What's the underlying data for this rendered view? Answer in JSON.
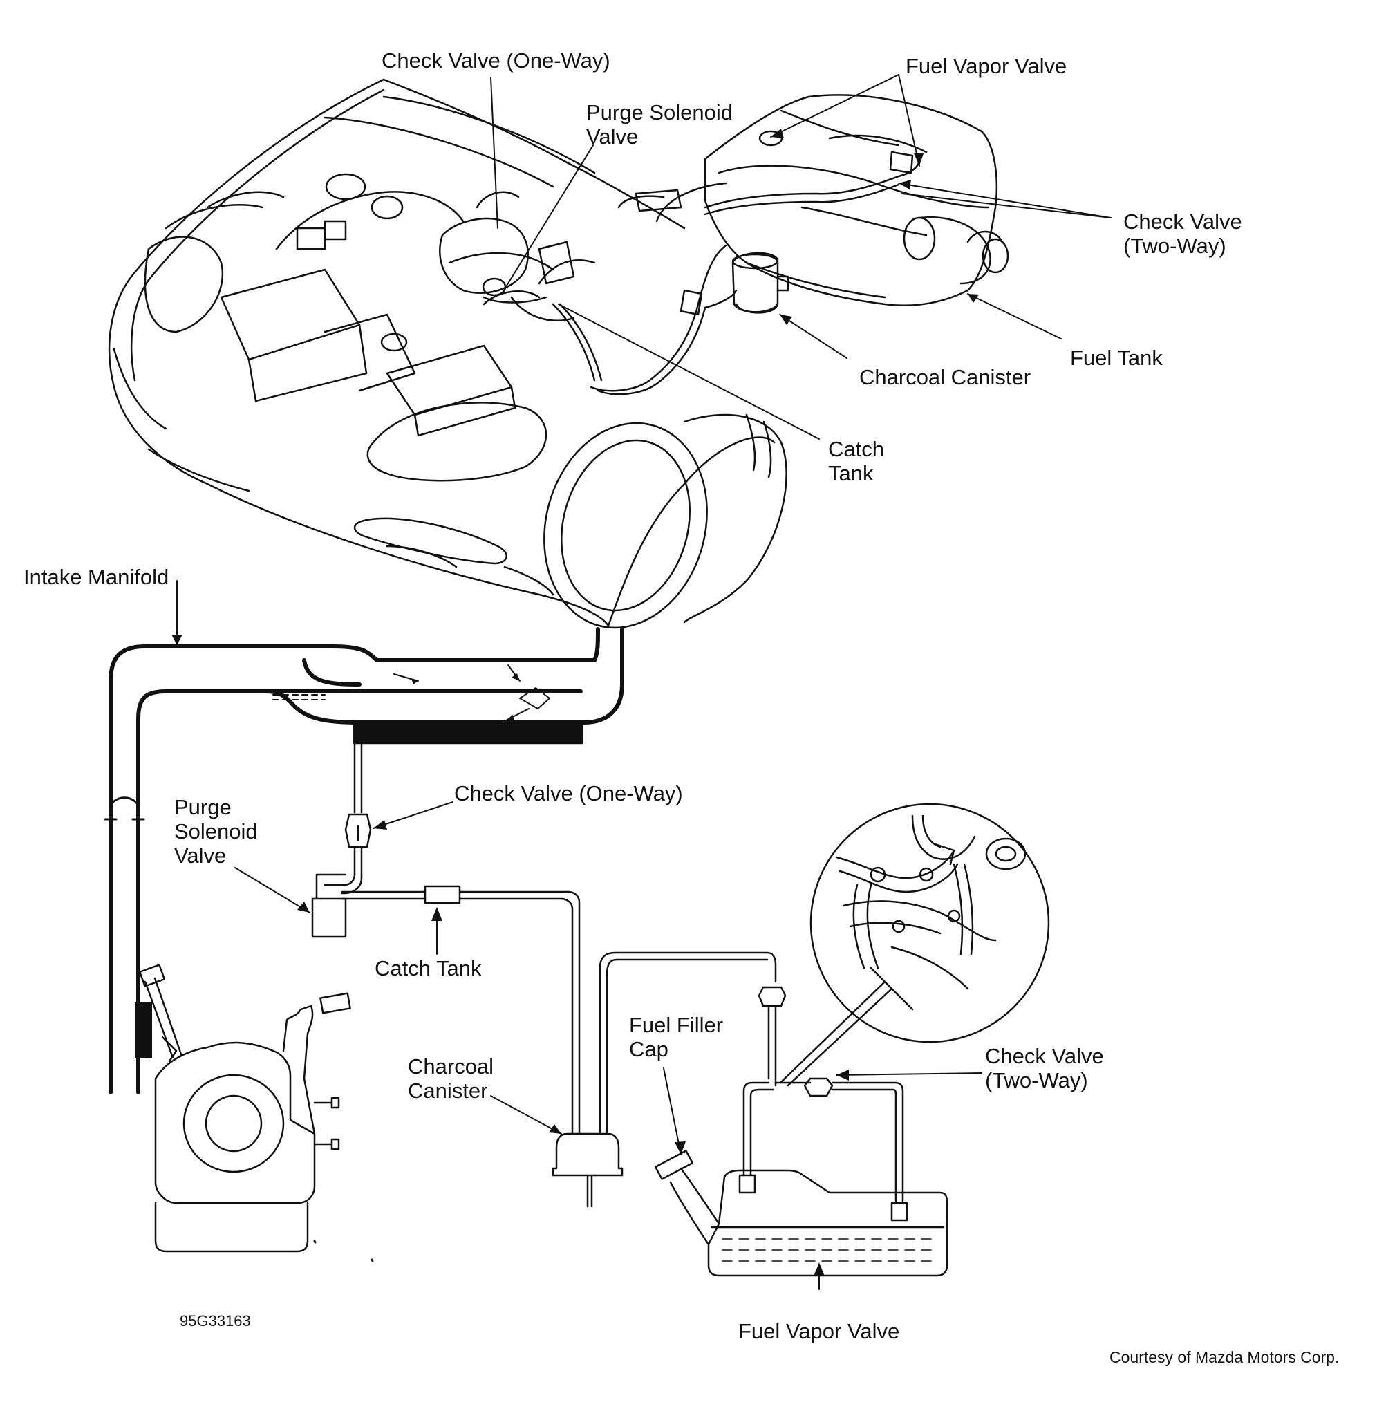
{
  "diagram": {
    "top_view": {
      "check_valve_one_way": "Check Valve (One-Way)",
      "purge_solenoid_valve": "Purge Solenoid\nValve",
      "fuel_vapor_valve": "Fuel Vapor Valve",
      "check_valve_two_way": "Check Valve\n(Two-Way)",
      "fuel_tank": "Fuel Tank",
      "charcoal_canister": "Charcoal Canister",
      "catch_tank": "Catch\nTank"
    },
    "schematic": {
      "intake_manifold": "Intake Manifold",
      "purge_solenoid_valve": "Purge\nSolenoid\nValve",
      "check_valve_one_way": "Check Valve (One-Way)",
      "catch_tank": "Catch Tank",
      "charcoal_canister": "Charcoal\nCanister",
      "fuel_filler_cap": "Fuel Filler\nCap",
      "check_valve_two_way": "Check Valve\n(Two-Way)",
      "fuel_vapor_valve": "Fuel Vapor Valve"
    },
    "figure_id": "95G33163",
    "courtesy": "Courtesy of Mazda Motors Corp."
  },
  "colors": {
    "ink": "#111111",
    "paper": "#ffffff"
  }
}
